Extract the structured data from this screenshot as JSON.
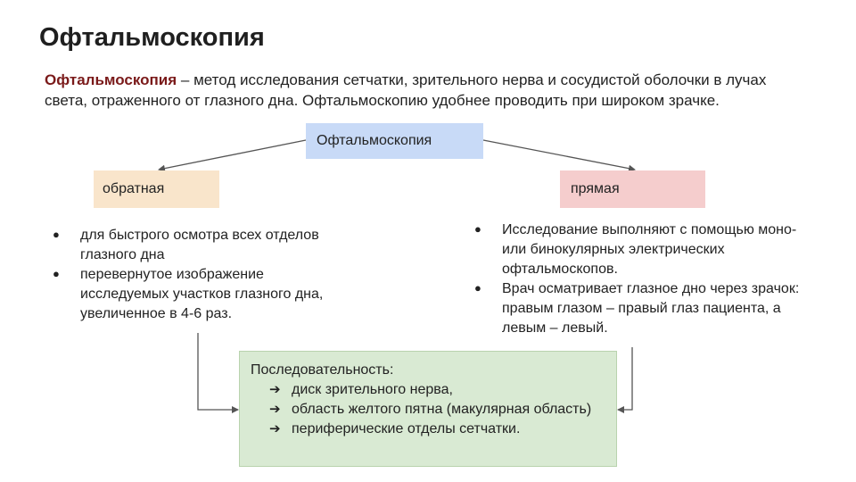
{
  "title": "Офтальмоскопия",
  "intro": {
    "term": "Офтальмоскопия",
    "text": " – метод исследования сетчатки, зрительного нерва и сосудистой оболочки в лучах света, отраженного от глазного дна. Офтальмоскопию удобнее проводить при широком зрачке."
  },
  "diagram": {
    "root": "Офтальмоскопия",
    "left": {
      "label": "обратная",
      "color": "#f9e5cb",
      "points": [
        "для быстрого осмотра всех отделов глазного дна",
        "перевернутое изображение исследуемых участков глазного дна, увеличенное в 4-6 раз."
      ]
    },
    "right": {
      "label": "прямая",
      "color": "#f5cdcd",
      "points": [
        "Исследование выполняют с помощью моно- или бинокулярных электрических офтальмоскопов.",
        "Врач осматривает глазное дно через зрачок: правым глазом – правый глаз пациента, а левым – левый."
      ]
    },
    "sequence": {
      "heading": "Последовательность:",
      "color": "#d9ead3",
      "items": [
        "диск зрительного нерва,",
        "область желтого пятна (макулярная область)",
        "периферические отделы сетчатки."
      ]
    }
  },
  "icons": {
    "bullet": "●",
    "arrow": "➔"
  }
}
